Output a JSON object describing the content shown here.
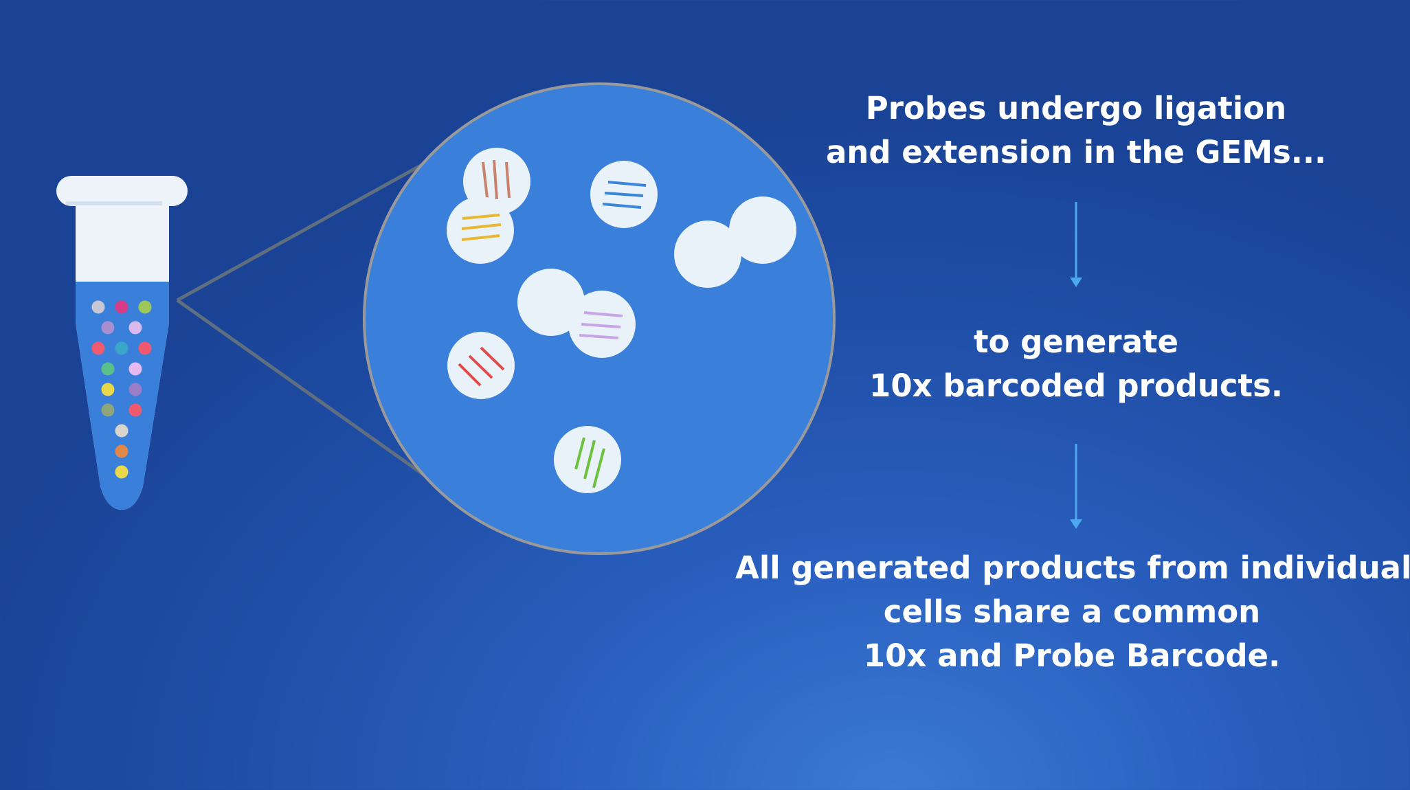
{
  "captions": {
    "step1": {
      "line1": "Probes undergo ligation",
      "line2": "and extension in the GEMs..."
    },
    "step2": {
      "line1": "to generate",
      "line2": "10x barcoded products."
    },
    "step3": {
      "line1": "All generated products from individual",
      "line2": "cells share a common",
      "line3": "10x and Probe Barcode."
    }
  },
  "colors": {
    "background": "#1f4ea6",
    "zoom_circle": "#3a7fd9",
    "gem": "#e9f1f9",
    "arrow": "#4ea8f0",
    "tube_liquid": "#3a7fd9",
    "tube_cap": "#eef3f9",
    "probe_brown": "#c9826a",
    "probe_yellow": "#e8b832",
    "probe_blue": "#3b86d8",
    "probe_purple": "#c8a6e6",
    "probe_red": "#e04a4a",
    "probe_green": "#6cc23c"
  },
  "tube_beads": [
    "#c9c6d6",
    "#d63d86",
    "#9cc85a",
    "#a98fd1",
    "#d9b9ee",
    "#ef5a70",
    "#3aa6c9",
    "#ef5a70",
    "#5ac08a",
    "#e8b8f0",
    "#e8d84a",
    "#9a7dc6",
    "#8fa67c",
    "#ef5a70",
    "#d9d4cc",
    "#e08a4a",
    "#ecd94a"
  ]
}
